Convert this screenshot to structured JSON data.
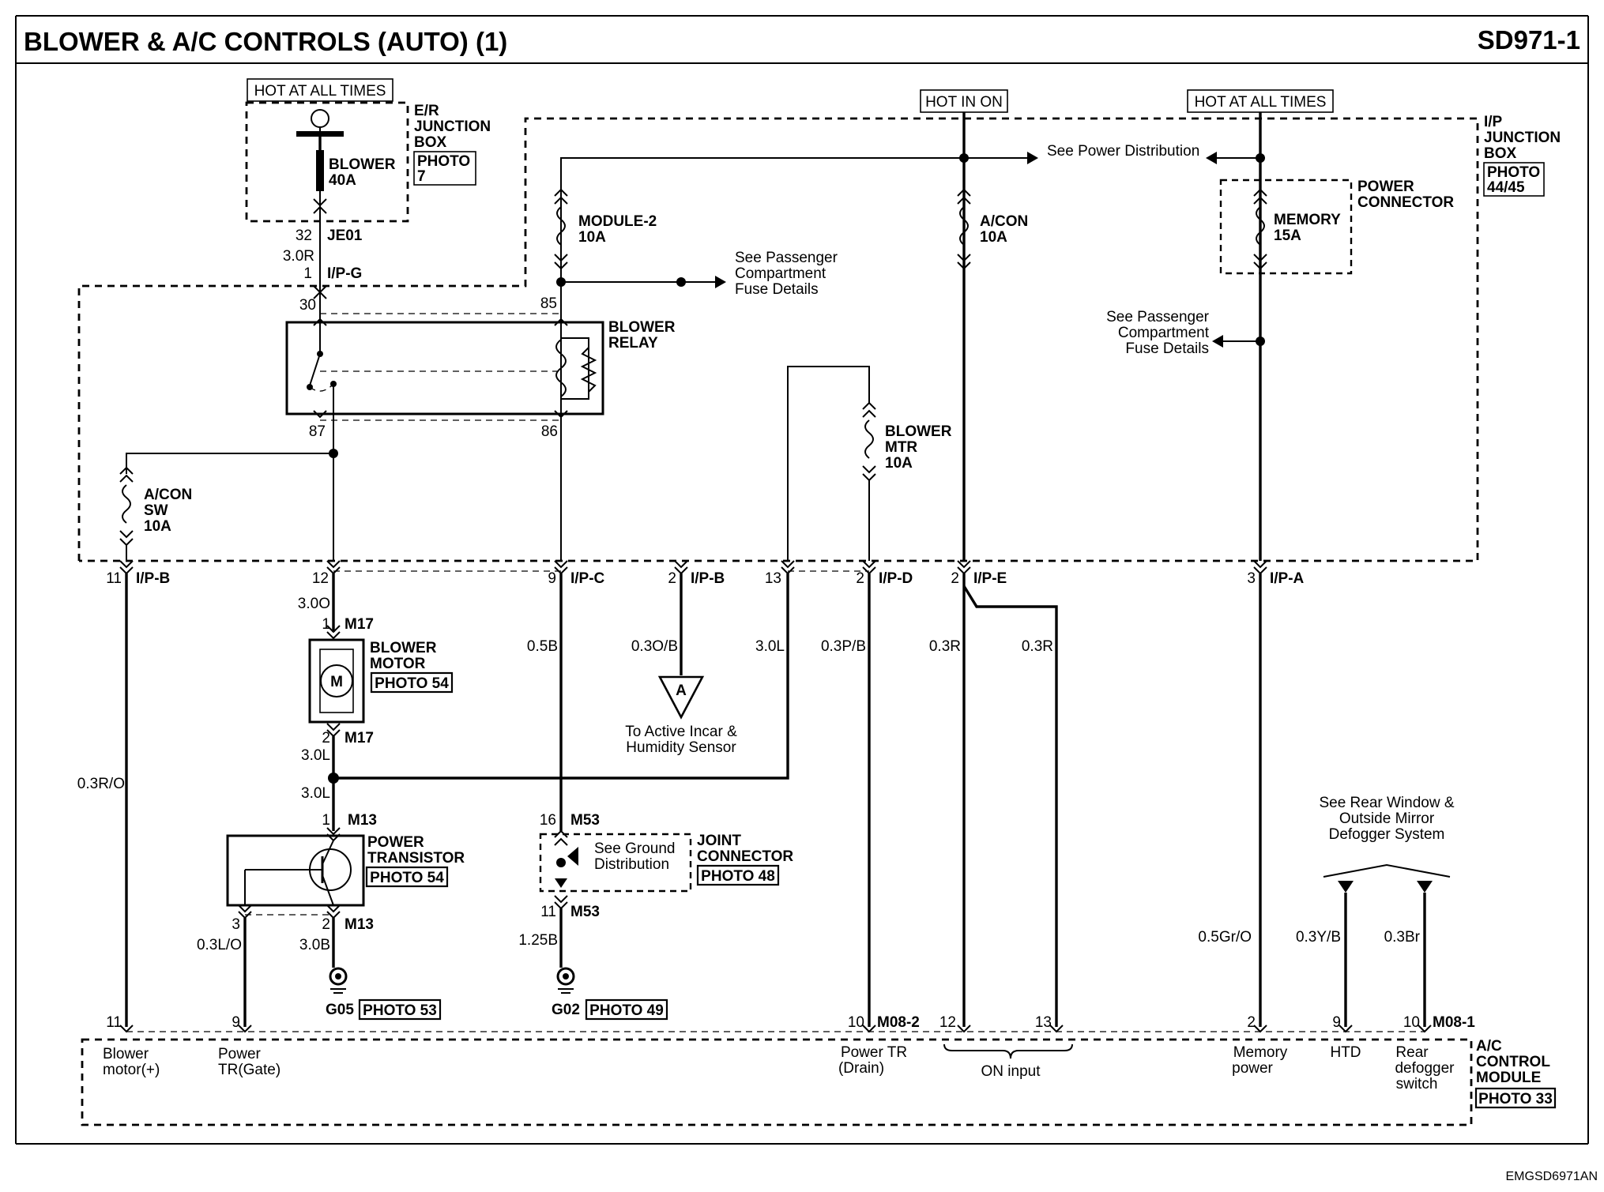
{
  "header": {
    "title": "BLOWER & A/C CONTROLS (AUTO) (1)",
    "code": "SD971-1",
    "footer_code": "EMGSD6971AN"
  },
  "power": {
    "hot_at_all_times_left": "HOT AT ALL TIMES",
    "hot_in_on": "HOT IN ON",
    "hot_at_all_times_right": "HOT AT ALL TIMES"
  },
  "er_junction": {
    "label1": "E/R",
    "label2": "JUNCTION",
    "label3": "BOX",
    "photo1": "PHOTO",
    "photo2": "7",
    "fuse1": "BLOWER",
    "fuse2": "40A",
    "pin": "32",
    "conn": "JE01",
    "wire": "3.0R"
  },
  "ip_junction": {
    "label1": "I/P",
    "label2": "JUNCTION",
    "label3": "BOX",
    "photo1": "PHOTO",
    "photo2": "44/45"
  },
  "fuses": {
    "module2_1": "MODULE-2",
    "module2_2": "10A",
    "acon_1": "A/CON",
    "acon_2": "10A",
    "memory_1": "MEMORY",
    "memory_2": "15A",
    "acon_sw_1": "A/CON",
    "acon_sw_2": "SW",
    "acon_sw_3": "10A",
    "blower_mtr_1": "BLOWER",
    "blower_mtr_2": "MTR",
    "blower_mtr_3": "10A"
  },
  "power_connector": {
    "l1": "POWER",
    "l2": "CONNECTOR"
  },
  "notes": {
    "see_power_dist": "See Power Distribution",
    "see_passenger_left_1": "See Passenger",
    "see_passenger_left_2": "Compartment",
    "see_passenger_left_3": "Fuse Details",
    "see_passenger_right_1": "See Passenger",
    "see_passenger_right_2": "Compartment",
    "see_passenger_right_3": "Fuse Details",
    "to_active_1": "To Active Incar &",
    "to_active_2": "Humidity Sensor",
    "see_ground_1": "See Ground",
    "see_ground_2": "Distribution",
    "see_rear_1": "See Rear Window &",
    "see_rear_2": "Outside Mirror",
    "see_rear_3": "Defogger System",
    "offpage_a": "A"
  },
  "relay": {
    "l1": "BLOWER",
    "l2": "RELAY",
    "pin30": "30",
    "pin85": "85",
    "pin87": "87",
    "pin86": "86"
  },
  "ipg": {
    "pin": "1",
    "conn": "I/P-G"
  },
  "ip_pins": {
    "p11": "11",
    "ipb1": "I/P-B",
    "p12": "12",
    "p9": "9",
    "ipc": "I/P-C",
    "p2a": "2",
    "ipb2": "I/P-B",
    "p13": "13",
    "p2b": "2",
    "ipd": "I/P-D",
    "p2c": "2",
    "ipe": "I/P-E",
    "p3": "3",
    "ipa": "I/P-A"
  },
  "wires": {
    "w_30o": "3.0O",
    "w_05b": "0.5B",
    "w_03ob": "0.3O/B",
    "w_30l_a": "3.0L",
    "w_03pb": "0.3P/B",
    "w_03r_a": "0.3R",
    "w_03r_b": "0.3R",
    "w_03ro": "0.3R/O",
    "w_30l_b": "3.0L",
    "w_30l_c": "3.0L",
    "w_03lo": "0.3L/O",
    "w_30b": "3.0B",
    "w_125b": "1.25B",
    "w_05gro": "0.5Gr/O",
    "w_03yb": "0.3Y/B",
    "w_03br": "0.3Br"
  },
  "blower_motor": {
    "l1": "BLOWER",
    "l2": "MOTOR",
    "photo": "PHOTO 54",
    "m": "M",
    "pin1": "1",
    "conn1": "M17",
    "pin2": "2",
    "conn2": "M17"
  },
  "power_transistor": {
    "l1": "POWER",
    "l2": "TRANSISTOR",
    "photo": "PHOTO 54",
    "pin1": "1",
    "conn1": "M13",
    "pin3": "3",
    "pin2": "2",
    "conn2": "M13"
  },
  "joint_connector": {
    "l1": "JOINT",
    "l2": "CONNECTOR",
    "photo": "PHOTO 48",
    "pin16": "16",
    "conn16": "M53",
    "pin11": "11",
    "conn11": "M53"
  },
  "grounds": {
    "g05": "G05",
    "g05_photo": "PHOTO 53",
    "g02": "G02",
    "g02_photo": "PHOTO 49"
  },
  "ac_module": {
    "l1": "A/C",
    "l2": "CONTROL",
    "l3": "MODULE",
    "photo": "PHOTO 33",
    "conn_left": "M08-2",
    "conn_right": "M08-1",
    "pins": {
      "p11": "11",
      "p9": "9",
      "p10a": "10",
      "p12": "12",
      "p13": "13",
      "p2": "2",
      "p9b": "9",
      "p10b": "10"
    },
    "labels": {
      "blower1": "Blower",
      "blower2": "motor(+)",
      "ptr1": "Power",
      "ptr2": "TR(Gate)",
      "ptrd1": "Power TR",
      "ptrd2": "(Drain)",
      "on_input": "ON input",
      "mem1": "Memory",
      "mem2": "power",
      "htd": "HTD",
      "rear1": "Rear",
      "rear2": "defogger",
      "rear3": "switch"
    }
  }
}
